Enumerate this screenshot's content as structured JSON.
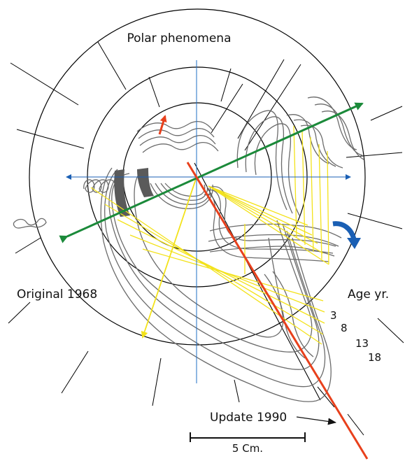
{
  "title": "Polar phenomena",
  "labels": {
    "original": "Original 1968",
    "update": "Update 1990",
    "age_heading": "Age yr.",
    "ages": [
      "3",
      "8",
      "13",
      "18"
    ],
    "scale": "5 Cm."
  },
  "colors": {
    "outline": "#000000",
    "profile": "#6b6b6b",
    "axis_blue": "#1f6fc6",
    "arrow_blue": "#1a5fb4",
    "green": "#1b8a3a",
    "red": "#e8401c",
    "yellow": "#f3e21a",
    "shading": "#5a5a5a"
  },
  "icons": {
    "rotation": "curved-arrow-icon",
    "update_pointer": "arrow-right-icon"
  }
}
